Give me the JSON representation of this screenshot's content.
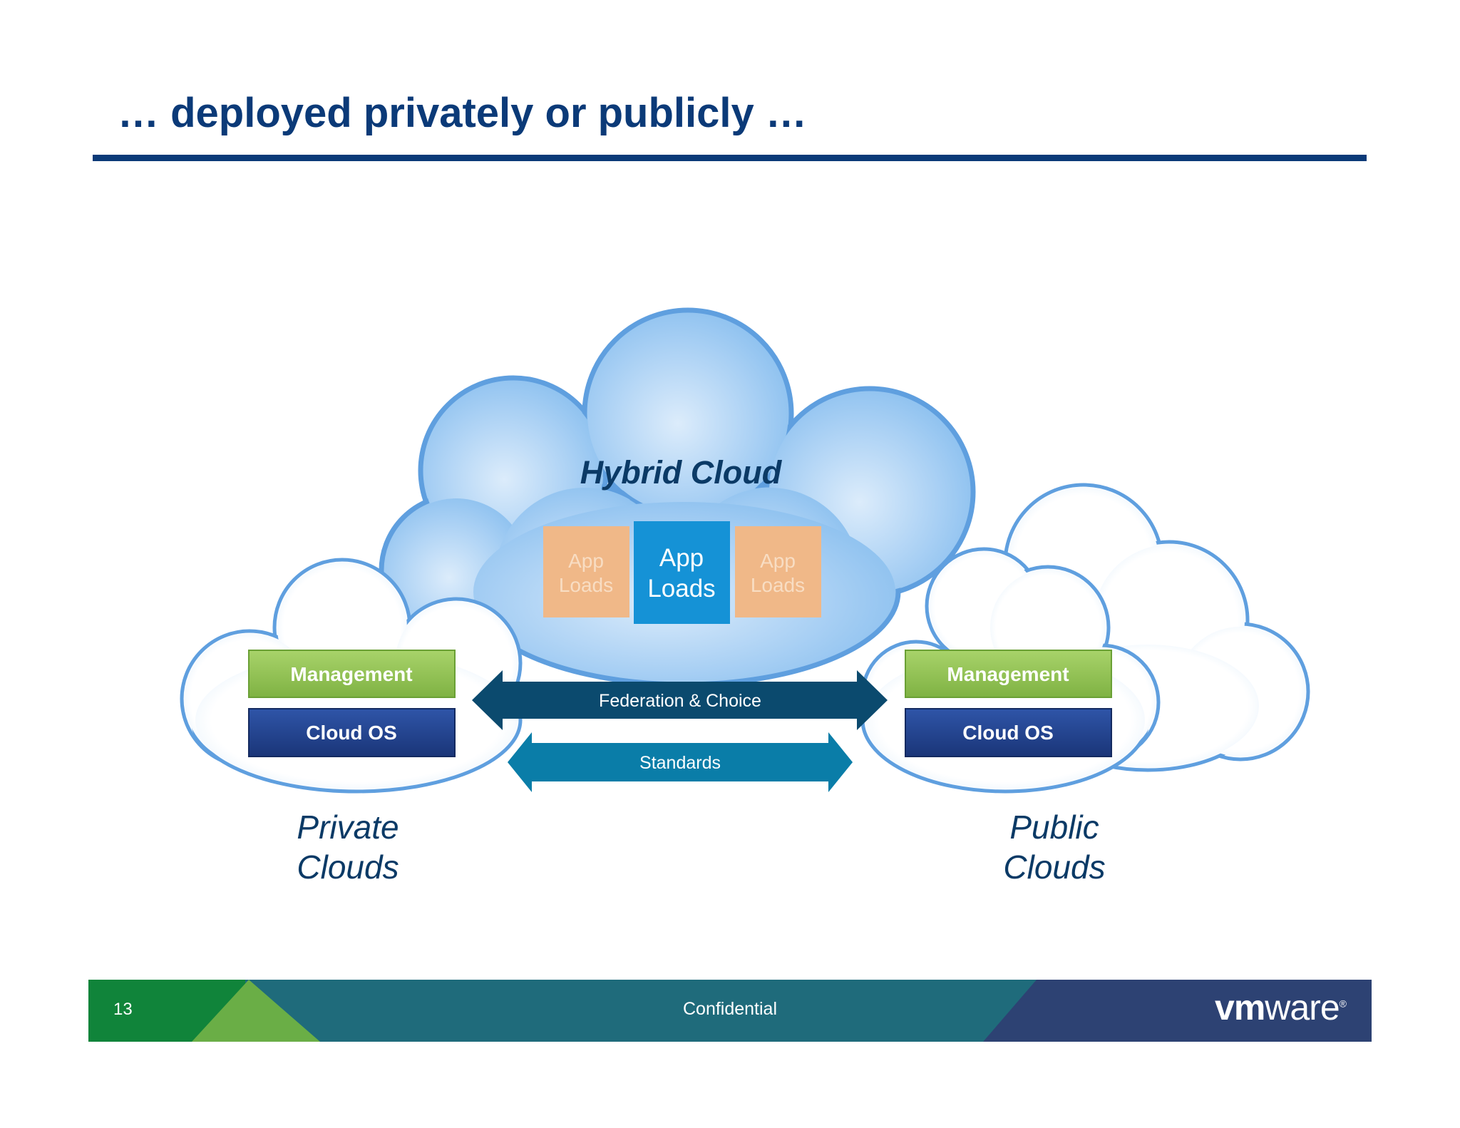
{
  "slide": {
    "title": "… deployed privately or publicly …"
  },
  "diagram": {
    "hybrid_label": "Hybrid Cloud",
    "app_loads": [
      {
        "line1": "App",
        "line2": "Loads"
      },
      {
        "line1": "App",
        "line2": "Loads"
      },
      {
        "line1": "App",
        "line2": "Loads"
      }
    ],
    "private_cloud": {
      "management": "Management",
      "cloud_os": "Cloud OS",
      "caption_line1": "Private",
      "caption_line2": "Clouds"
    },
    "public_cloud": {
      "management": "Management",
      "cloud_os": "Cloud OS",
      "caption_line1": "Public",
      "caption_line2": "Clouds"
    },
    "arrows": {
      "federation": "Federation & Choice",
      "standards": "Standards"
    }
  },
  "footer": {
    "page_number": "13",
    "confidential": "Confidential",
    "logo_bold": "vm",
    "logo_regular": "ware",
    "logo_mark": "®"
  },
  "colors": {
    "title_blue": "#0b3a78",
    "management_green": "#8cbf4e",
    "cloud_os_navy": "#1f3f8c",
    "app_orange": "#f0b888",
    "app_blue": "#1592d6",
    "federation_arrow": "#0b4a6e",
    "standards_arrow": "#0a7da8",
    "footer_teal": "#1f6b7b",
    "footer_navy": "#2d4273",
    "footer_green": "#10843a"
  }
}
